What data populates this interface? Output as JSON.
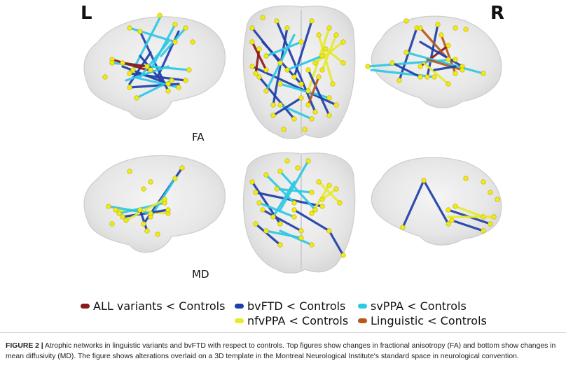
{
  "labels": {
    "left": "L",
    "right": "R",
    "row_top": "FA",
    "row_bottom": "MD"
  },
  "legend": [
    {
      "label": "ALL variants < Controls",
      "color": "#8b1a1a"
    },
    {
      "label": "bvFTD < Controls",
      "color": "#1f3fa8"
    },
    {
      "label": "svPPA < Controls",
      "color": "#2ec8e6"
    },
    {
      "label": "nfvPPA < Controls",
      "color": "#e6ea2a"
    },
    {
      "label": "Linguistic < Controls",
      "color": "#b8581a"
    }
  ],
  "caption": {
    "label": "FIGURE 2 |",
    "text": " Atrophic networks in linguistic variants and bvFTD with respect to controls. Top figures show changes in fractional anisotropy (FA) and bottom show changes in mean diffusivity (MD). The figure shows alterations overlaid on a 3D template in the Montreal Neurological Institute's standard space in neurological convention."
  }
}
